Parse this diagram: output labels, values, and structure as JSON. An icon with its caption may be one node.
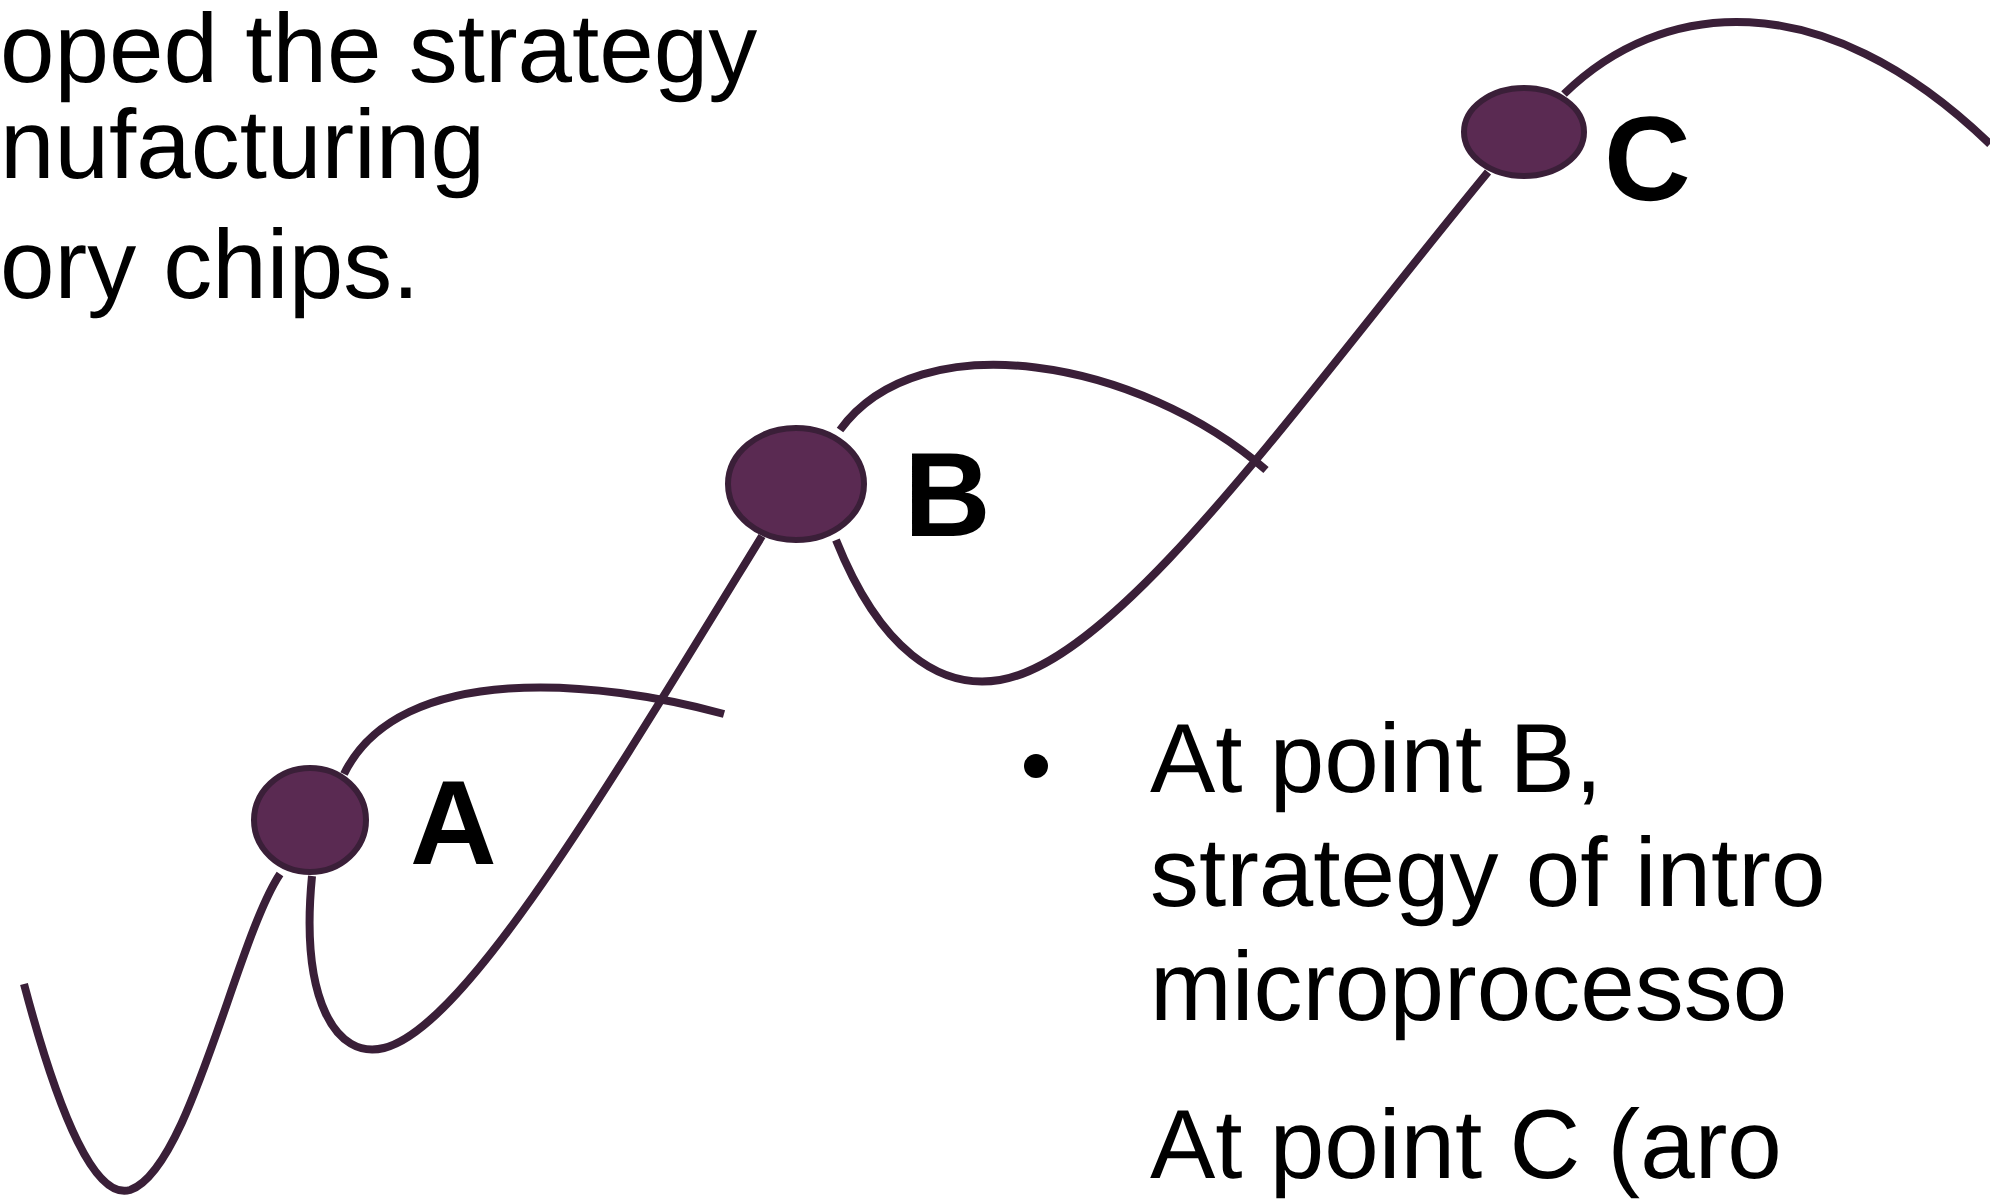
{
  "diagram": {
    "nodes": [
      {
        "text": [
          "A"
        ]
      },
      {
        "text": [
          "B"
        ]
      },
      {
        "text": [
          "C"
        ]
      }
    ],
    "edges": [
      {
        "from": 0,
        "to": 1,
        "arrow": "none"
      },
      {
        "from": 1,
        "to": 2,
        "arrow": "none"
      }
    ],
    "labels": [
      "oped the strategy",
      "nufacturing",
      "ory chips.",
      "At point B,",
      "strategy of intro",
      "microprocesso",
      "At point C (aro"
    ]
  }
}
